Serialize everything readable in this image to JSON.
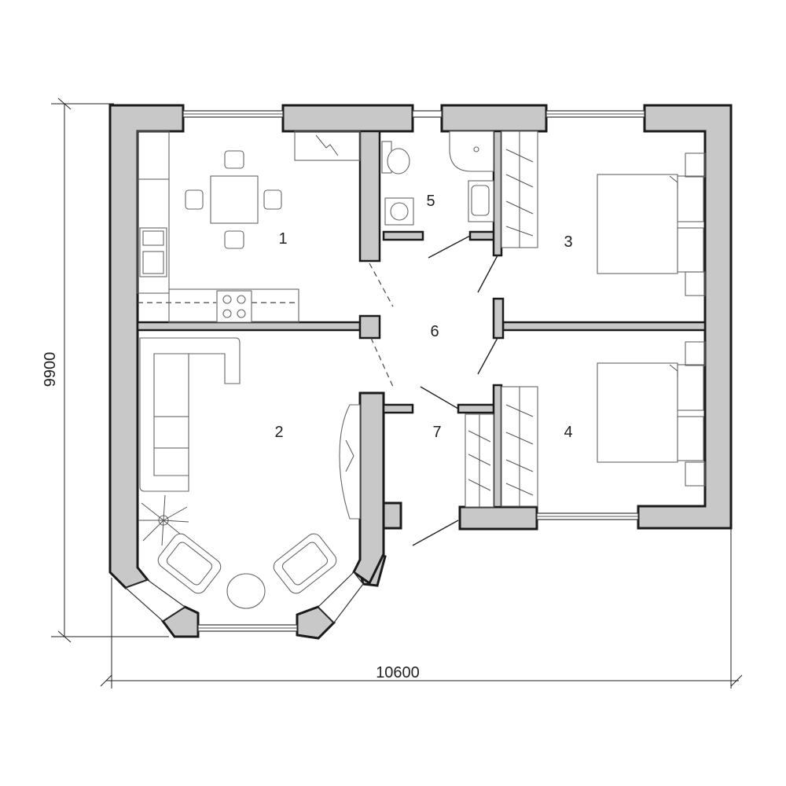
{
  "rooms": [
    {
      "number": "1"
    },
    {
      "number": "2"
    },
    {
      "number": "3"
    },
    {
      "number": "4"
    },
    {
      "number": "5"
    },
    {
      "number": "6"
    },
    {
      "number": "7"
    }
  ],
  "dimensions": {
    "width": "10600",
    "height": "9900"
  }
}
